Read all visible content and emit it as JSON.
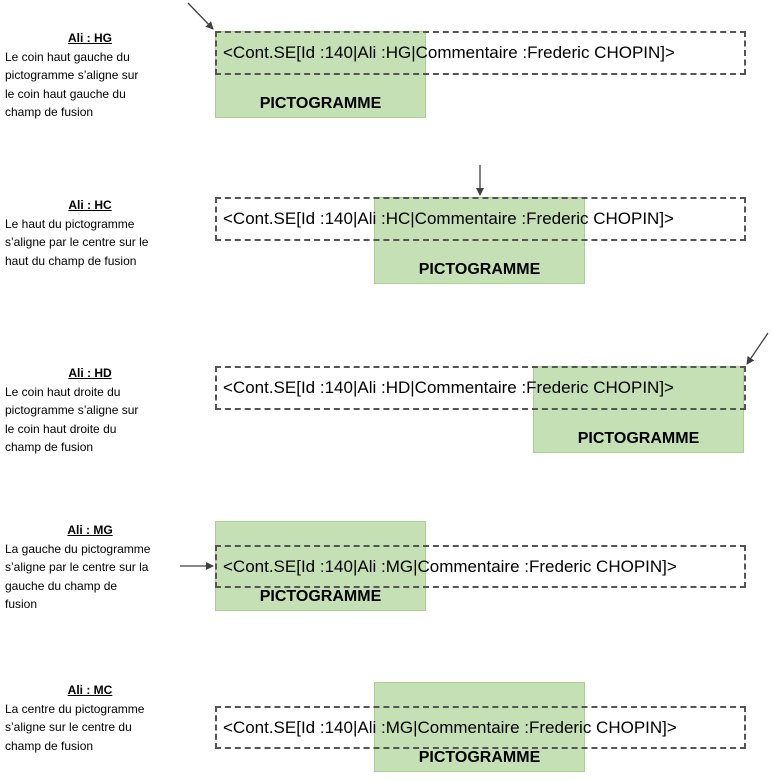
{
  "picto_label": "PICTOGRAMME",
  "sections": [
    {
      "title": "Ali : HG",
      "lines": [
        "Le coin haut gauche du",
        "pictogramme s’aligne sur",
        "le coin haut gauche du",
        "champ de fusion"
      ],
      "field": "<Cont.SE[Id :140|Ali :HG|Commentaire :Frederic CHOPIN]>"
    },
    {
      "title": "Ali : HC",
      "lines": [
        "Le haut du pictogramme",
        "s’aligne par le centre sur le",
        "haut du champ de fusion"
      ],
      "field": "<Cont.SE[Id :140|Ali :HC|Commentaire :Frederic CHOPIN]>"
    },
    {
      "title": "Ali : HD",
      "lines": [
        "Le coin haut droite du",
        "pictogramme s’aligne sur",
        "le coin haut droite du",
        "champ de fusion"
      ],
      "field": "<Cont.SE[Id :140|Ali :HD|Commentaire :Frederic CHOPIN]>"
    },
    {
      "title": "Ali : MG",
      "lines": [
        "La gauche du pictogramme",
        "s’aligne par le centre sur la",
        "gauche du champ de",
        "fusion"
      ],
      "field": "<Cont.SE[Id :140|Ali :MG|Commentaire :Frederic CHOPIN]>"
    },
    {
      "title": "Ali : MC",
      "lines": [
        "La centre du pictogramme",
        "s’aligne sur le centre du",
        "champ de fusion"
      ],
      "field": "<Cont.SE[Id :140|Ali :MG|Commentaire :Frederic CHOPIN]>"
    }
  ],
  "colors": {
    "picto_fill": "#c5e0b4",
    "picto_border": "#a9d18e",
    "dash": "#555555"
  }
}
